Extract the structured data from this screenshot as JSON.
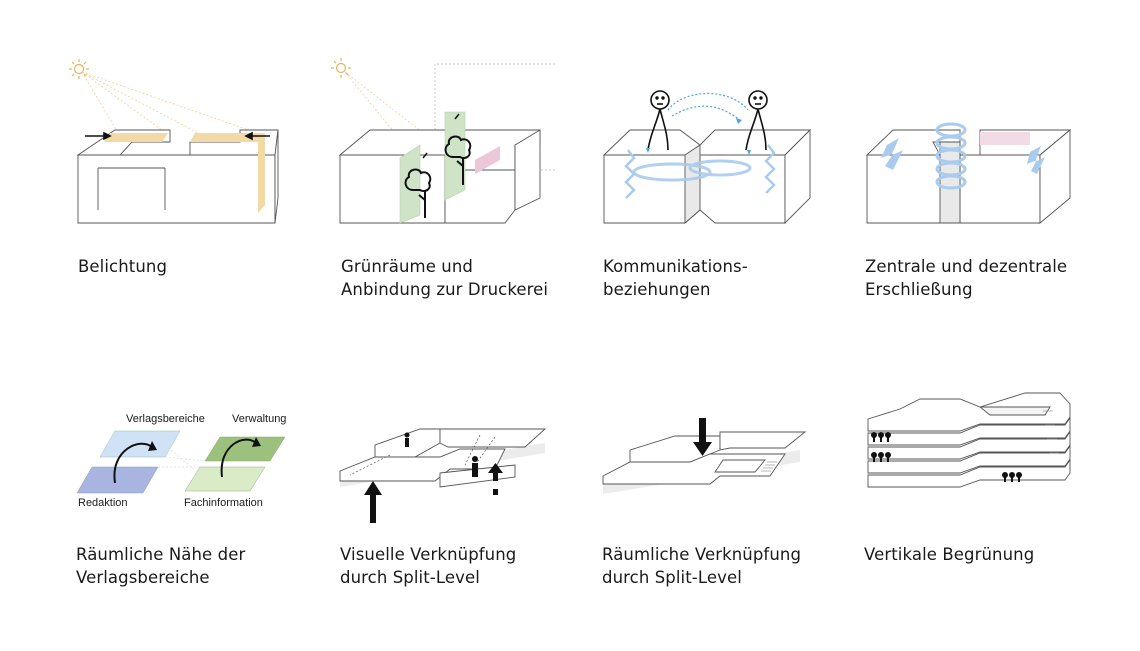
{
  "cells": [
    {
      "caption": [
        "Belichtung"
      ]
    },
    {
      "caption": [
        "Grünräume und",
        "Anbindung zur Druckerei"
      ]
    },
    {
      "caption": [
        "Kommunikations-",
        "beziehungen"
      ]
    },
    {
      "caption": [
        "Zentrale und dezentrale",
        "Erschließung"
      ]
    },
    {
      "caption": [
        "Räumliche Nähe der",
        "Verlagsbereiche"
      ],
      "labels": {
        "verlag": "Verlagsbereiche",
        "verwaltung": "Verwaltung",
        "redaktion": "Redaktion",
        "fach": "Fachinformation"
      }
    },
    {
      "caption": [
        "Visuelle Verknüpfung",
        "durch Split-Level"
      ]
    },
    {
      "caption": [
        "Räumliche Verknüpfung",
        "durch Split-Level"
      ]
    },
    {
      "caption": [
        "Vertikale Begrünung"
      ]
    }
  ],
  "colors": {
    "light": "#f2d9a6",
    "green": "#cfe3c6",
    "pink": "#ecc6d9",
    "blue": "#a9cbee",
    "verlag": "#cfe2f6",
    "verwaltung": "#9cc17f",
    "redaktion": "#a7b5e0",
    "fach": "#d9ecc7"
  }
}
